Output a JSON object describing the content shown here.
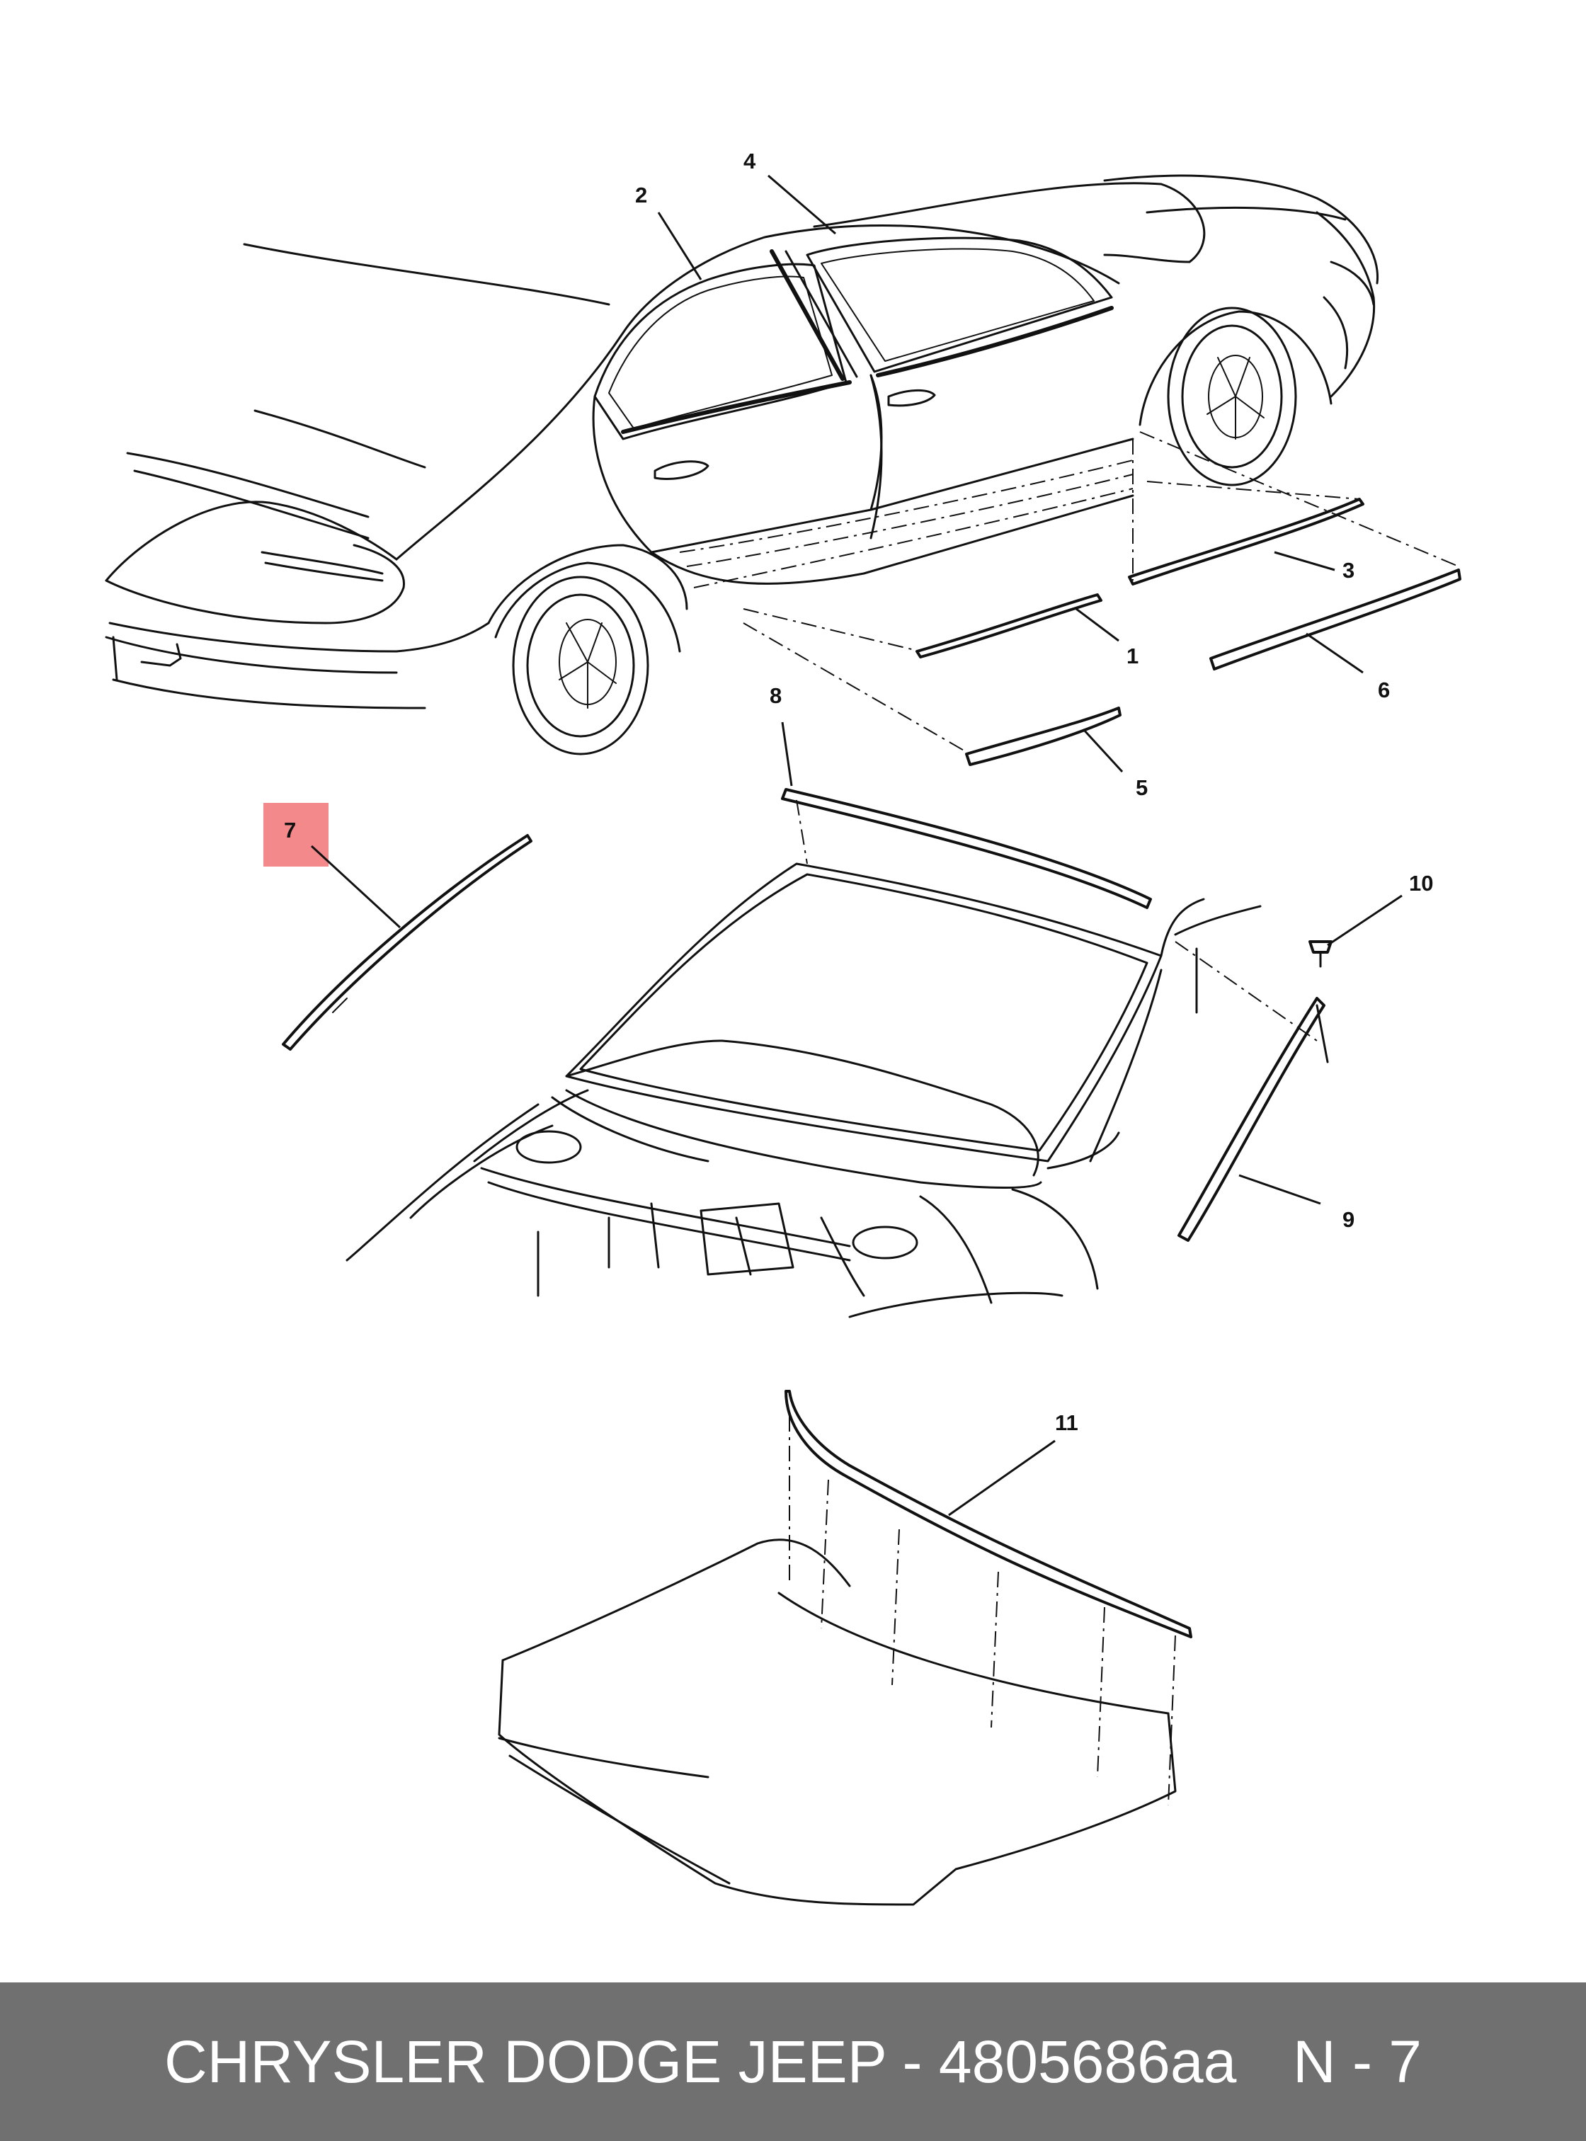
{
  "diagram": {
    "callouts": [
      {
        "id": "1",
        "label": "1"
      },
      {
        "id": "2",
        "label": "2"
      },
      {
        "id": "3",
        "label": "3"
      },
      {
        "id": "4",
        "label": "4"
      },
      {
        "id": "5",
        "label": "5"
      },
      {
        "id": "6",
        "label": "6"
      },
      {
        "id": "7",
        "label": "7",
        "highlighted": true
      },
      {
        "id": "8",
        "label": "8"
      },
      {
        "id": "9",
        "label": "9"
      },
      {
        "id": "10",
        "label": "10"
      },
      {
        "id": "11",
        "label": "11"
      }
    ],
    "highlight_color": "#f4898c"
  },
  "footer": {
    "label": "CHRYSLER DODGE JEEP - 4805686aa",
    "page": "N - 7",
    "background_color": "#707070",
    "text_color": "#ffffff"
  }
}
